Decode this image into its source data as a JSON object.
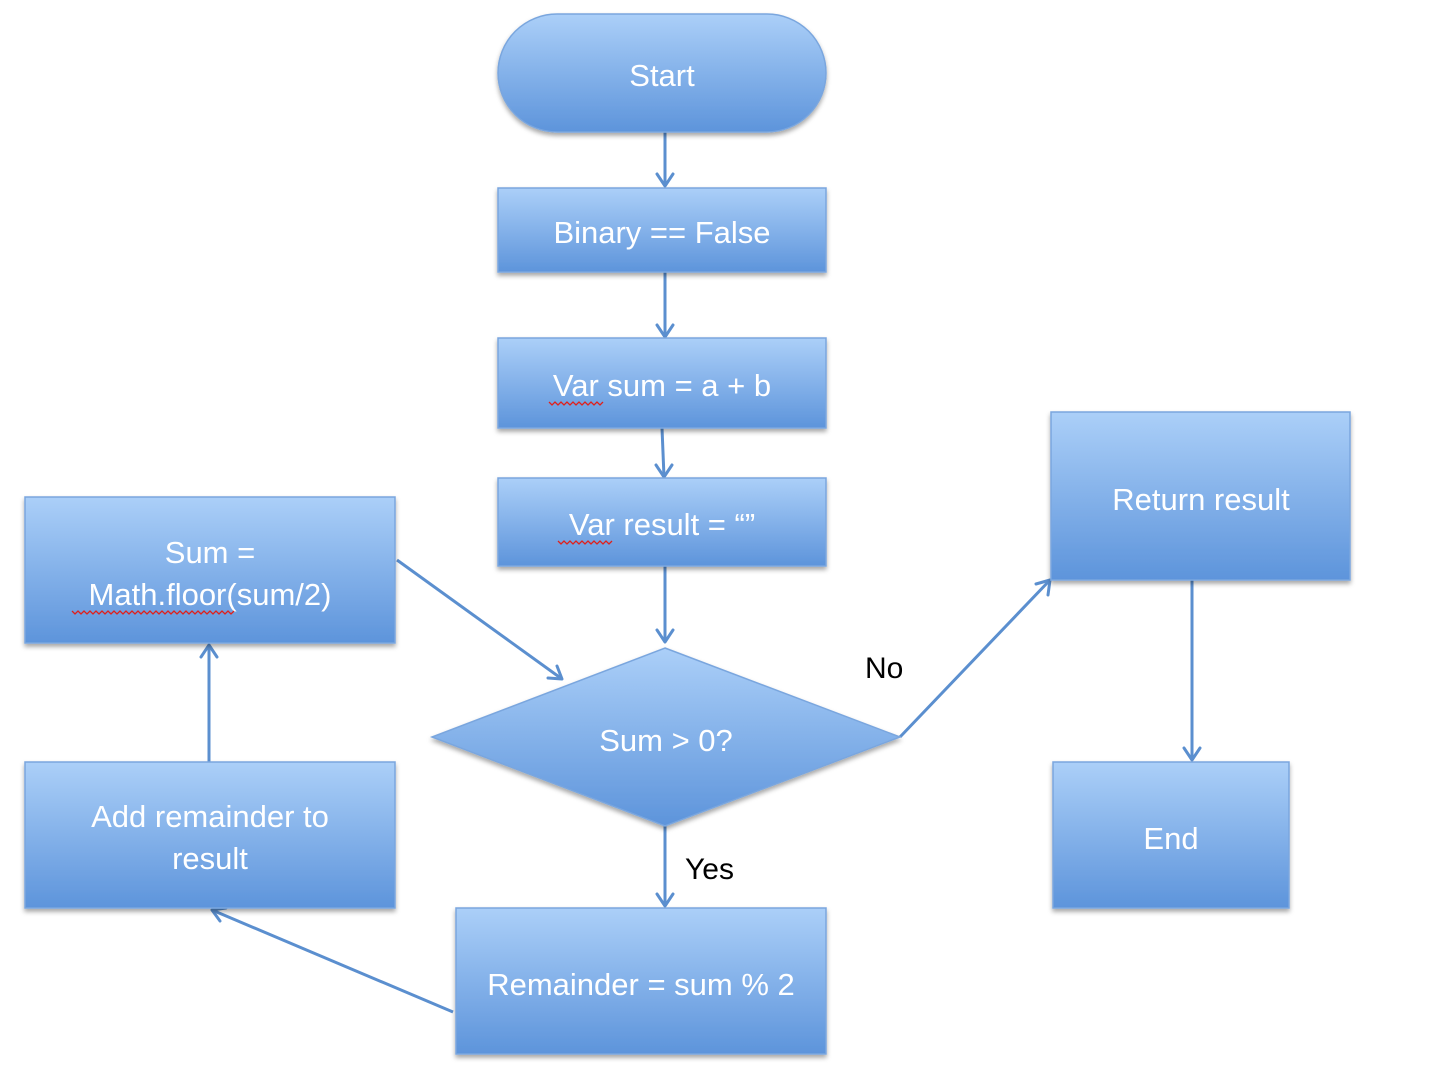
{
  "nodes": {
    "start": {
      "label": "Start"
    },
    "binary": {
      "label": "Binary == False"
    },
    "var_sum": {
      "label": "Var sum = a + b"
    },
    "var_result": {
      "label": "Var result = “”"
    },
    "decision": {
      "label": "Sum > 0?"
    },
    "remainder": {
      "label": "Remainder = sum % 2"
    },
    "add_remainder": {
      "line1": "Add remainder to",
      "line2": "result"
    },
    "sum_floor": {
      "line1": "Sum =",
      "line2": "Math.floor(sum/2)"
    },
    "return_result": {
      "label": "Return result"
    },
    "end": {
      "label": "End"
    }
  },
  "edges": {
    "no_label": "No",
    "yes_label": "Yes"
  },
  "colors": {
    "node_top": "#a9cdf7",
    "node_bottom": "#5e95dc",
    "node_stroke": "#7aa6de",
    "edge": "#5b8fcf",
    "spellcheck": "#e0201b"
  }
}
